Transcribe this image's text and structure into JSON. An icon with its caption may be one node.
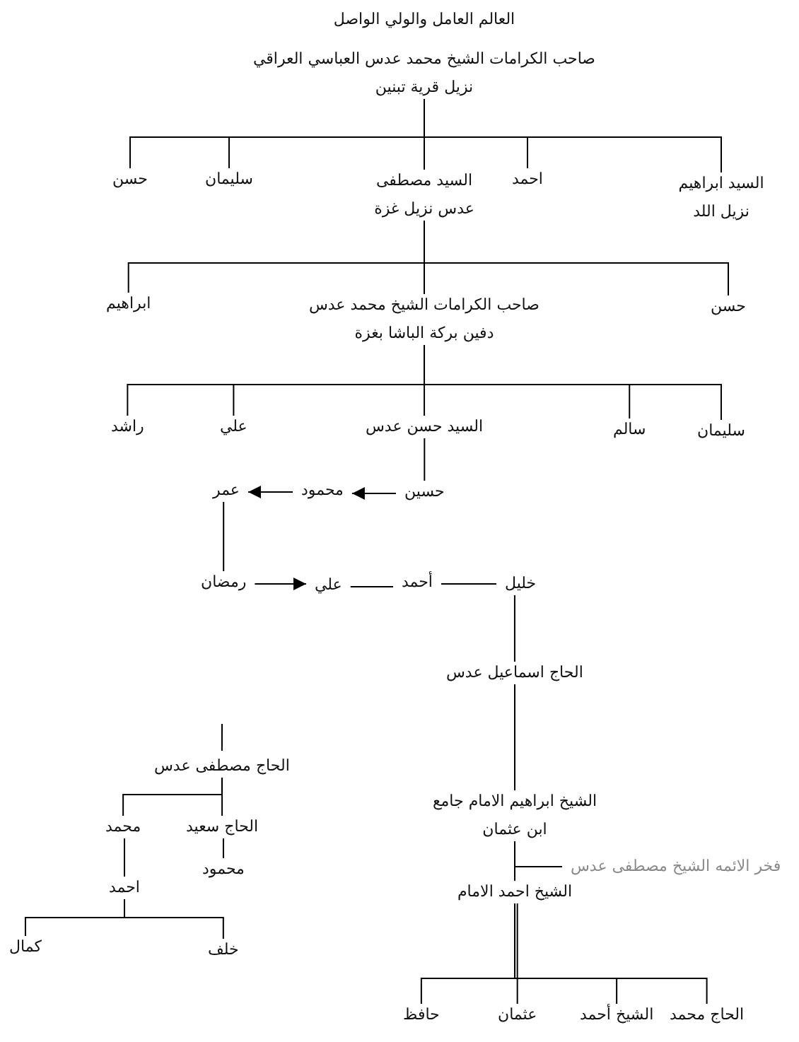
{
  "diagram": {
    "nodes": [
      {
        "text": [
          "العالم العامل والولي الواصل",
          "صاحب الكرامات الشيخ محمد عدس العباسي العراقي نزيل قرية تبنين"
        ]
      },
      {
        "text": [
          "حسن"
        ]
      },
      {
        "text": [
          "سليمان"
        ]
      },
      {
        "text": [
          "السيد مصطفى عدس نزيل غزة"
        ]
      },
      {
        "text": [
          "احمد"
        ]
      },
      {
        "text": [
          "السيد ابراهيم نزيل اللد"
        ]
      },
      {
        "text": [
          "ابراهيم"
        ]
      },
      {
        "text": [
          "صاحب الكرامات الشيخ محمد عدس دفين بركة الباشا بغزة"
        ]
      },
      {
        "text": [
          "حسن"
        ]
      },
      {
        "text": [
          "راشد"
        ]
      },
      {
        "text": [
          "علي"
        ]
      },
      {
        "text": [
          "السيد حسن عدس"
        ]
      },
      {
        "text": [
          "سالم"
        ]
      },
      {
        "text": [
          "سليمان"
        ]
      },
      {
        "text": [
          "حسين"
        ]
      },
      {
        "text": [
          "محمود"
        ]
      },
      {
        "text": [
          "عمر"
        ]
      },
      {
        "text": [
          "رمضان"
        ]
      },
      {
        "text": [
          "علي"
        ]
      },
      {
        "text": [
          "أحمد"
        ]
      },
      {
        "text": [
          "خليل"
        ]
      },
      {
        "text": [
          "الحاج اسماعيل عدس"
        ]
      },
      {
        "text": [
          "الحاج مصطفى عدس"
        ]
      },
      {
        "text": [
          "محمد"
        ]
      },
      {
        "text": [
          "الحاج سعيد"
        ]
      },
      {
        "text": [
          "محمود"
        ]
      },
      {
        "text": [
          "احمد"
        ]
      },
      {
        "text": [
          "كمال"
        ]
      },
      {
        "text": [
          "خلف"
        ]
      },
      {
        "text": [
          "الشيخ ابراهيم الامام جامع ابن عثمان"
        ]
      },
      {
        "text": [
          "فخر الائمه الشيخ مصطفى عدس"
        ]
      },
      {
        "text": [
          "الشيخ احمد الامام"
        ]
      },
      {
        "text": [
          "حافظ"
        ]
      },
      {
        "text": [
          "عثمان"
        ]
      },
      {
        "text": [
          "الشيخ أحمد"
        ]
      },
      {
        "text": [
          "الحاج محمد"
        ]
      }
    ],
    "edges": [
      {
        "from": 0,
        "to": 1,
        "arrow": "none"
      },
      {
        "from": 0,
        "to": 2,
        "arrow": "none"
      },
      {
        "from": 0,
        "to": 3,
        "arrow": "none"
      },
      {
        "from": 0,
        "to": 4,
        "arrow": "none"
      },
      {
        "from": 0,
        "to": 5,
        "arrow": "none"
      },
      {
        "from": 3,
        "to": 6,
        "arrow": "none"
      },
      {
        "from": 3,
        "to": 7,
        "arrow": "none"
      },
      {
        "from": 3,
        "to": 8,
        "arrow": "none"
      },
      {
        "from": 7,
        "to": 9,
        "arrow": "none"
      },
      {
        "from": 7,
        "to": 10,
        "arrow": "none"
      },
      {
        "from": 7,
        "to": 11,
        "arrow": "none"
      },
      {
        "from": 7,
        "to": 12,
        "arrow": "none"
      },
      {
        "from": 7,
        "to": 13,
        "arrow": "none"
      },
      {
        "from": 11,
        "to": 14,
        "arrow": "none"
      },
      {
        "from": 14,
        "to": 15,
        "arrow": "to"
      },
      {
        "from": 15,
        "to": 16,
        "arrow": "to"
      },
      {
        "from": 16,
        "to": 17,
        "arrow": "none"
      },
      {
        "from": 17,
        "to": 18,
        "arrow": "to"
      },
      {
        "from": 18,
        "to": 19,
        "arrow": "none"
      },
      {
        "from": 19,
        "to": 20,
        "arrow": "none"
      },
      {
        "from": 20,
        "to": 21,
        "arrow": "none"
      },
      {
        "from": 21,
        "to": 29,
        "arrow": "none"
      },
      {
        "from": 29,
        "to": 30,
        "arrow": "none"
      },
      {
        "from": 29,
        "to": 31,
        "arrow": "none"
      },
      {
        "from": 31,
        "to": 32,
        "arrow": "none"
      },
      {
        "from": 31,
        "to": 33,
        "arrow": "none"
      },
      {
        "from": 31,
        "to": 34,
        "arrow": "none"
      },
      {
        "from": 31,
        "to": 35,
        "arrow": "none"
      },
      {
        "from": null,
        "to": 22,
        "arrow": "none"
      },
      {
        "from": 22,
        "to": 23,
        "arrow": "none"
      },
      {
        "from": 22,
        "to": 24,
        "arrow": "none"
      },
      {
        "from": 24,
        "to": 25,
        "arrow": "none"
      },
      {
        "from": 23,
        "to": 26,
        "arrow": "none"
      },
      {
        "from": 26,
        "to": 27,
        "arrow": "none"
      },
      {
        "from": 26,
        "to": 28,
        "arrow": "none"
      }
    ]
  }
}
